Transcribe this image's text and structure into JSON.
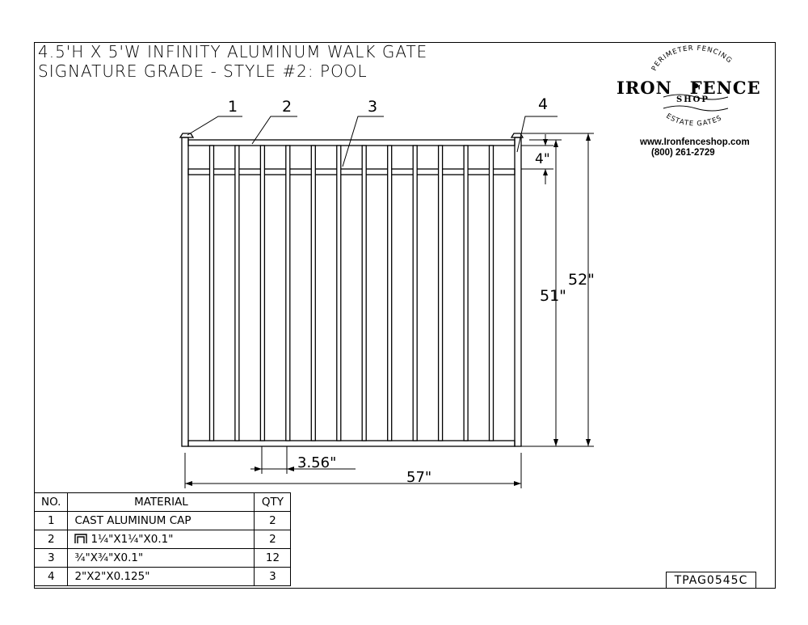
{
  "title": {
    "line1": "4.5'H X 5'W INFINITY ALUMINUM WALK GATE",
    "line2": "SIGNATURE GRADE - STYLE #2: POOL"
  },
  "logo": {
    "arc_top": "PERIMETER FENCING",
    "name_left": "IRON",
    "name_right": "FENCE",
    "shop": "SHOP",
    "arc_bottom": "ESTATE GATES",
    "website": "www.Ironfenceshop.com",
    "phone": "(800) 261-2729"
  },
  "drawing": {
    "callouts": [
      "1",
      "2",
      "3",
      "4"
    ],
    "dim_height_outer": "52\"",
    "dim_height_inner": "51\"",
    "dim_rail_spacing": "4\"",
    "dim_picket_spacing": "3.56\"",
    "dim_width": "57\"",
    "picket_count": 12
  },
  "materials": {
    "headers": [
      "NO.",
      "MATERIAL",
      "QTY"
    ],
    "rows": [
      {
        "no": "1",
        "material": "CAST ALUMINUM CAP",
        "qty": "2"
      },
      {
        "no": "2",
        "material": "1¼\"X1¼\"X0.1\"",
        "qty": "2",
        "icon": "channel-icon"
      },
      {
        "no": "3",
        "material": "¾\"X¾\"X0.1\"",
        "qty": "12"
      },
      {
        "no": "4",
        "material": "2\"X2\"X0.125\"",
        "qty": "3"
      }
    ]
  },
  "part_number": "TPAG0545C"
}
